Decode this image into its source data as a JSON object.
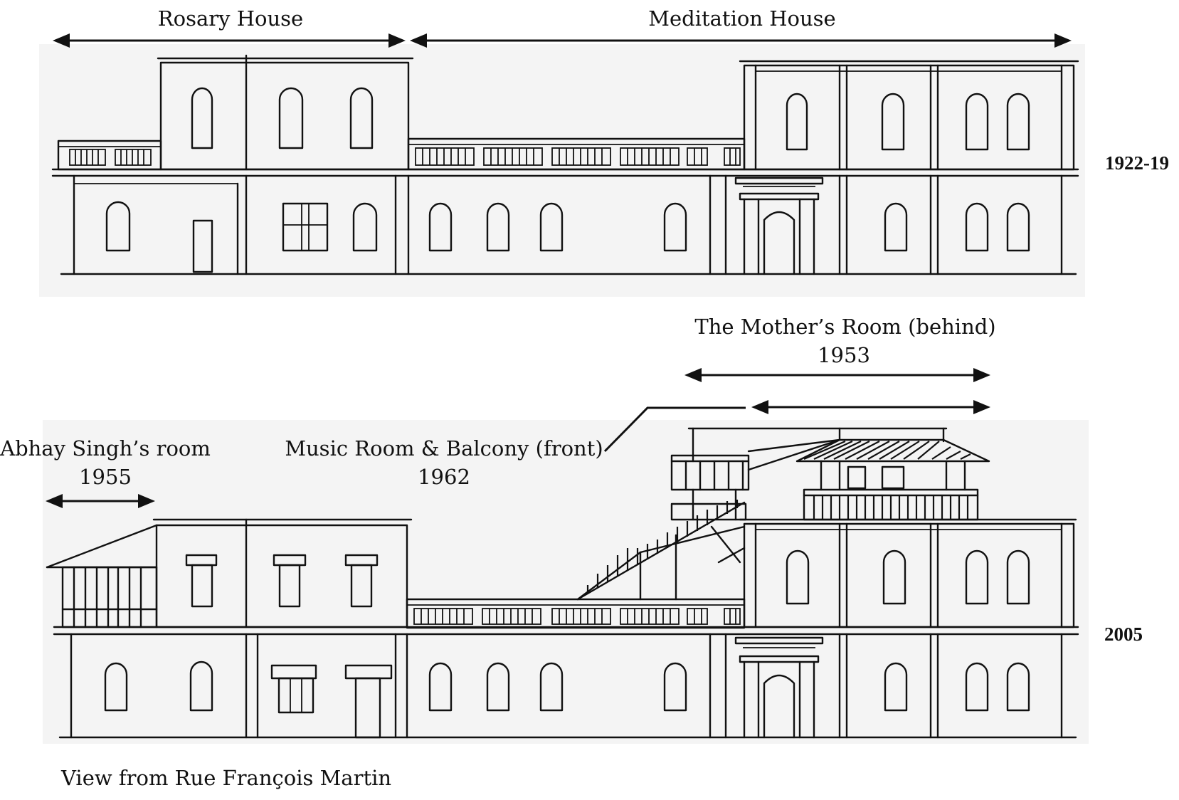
{
  "labels": {
    "rosary_house": "Rosary House",
    "meditation_house": "Meditation House",
    "mothers_room": "The Mother’s Room (behind)",
    "mothers_room_year": "1953",
    "abhay_singh_room": "Abhay Singh’s room",
    "abhay_singh_year": "1955",
    "music_room": "Music Room & Balcony (front)",
    "music_room_year": "1962",
    "view_caption": "View from Rue François Martin"
  },
  "periods": {
    "top": "1922-19",
    "bottom": "2005"
  }
}
